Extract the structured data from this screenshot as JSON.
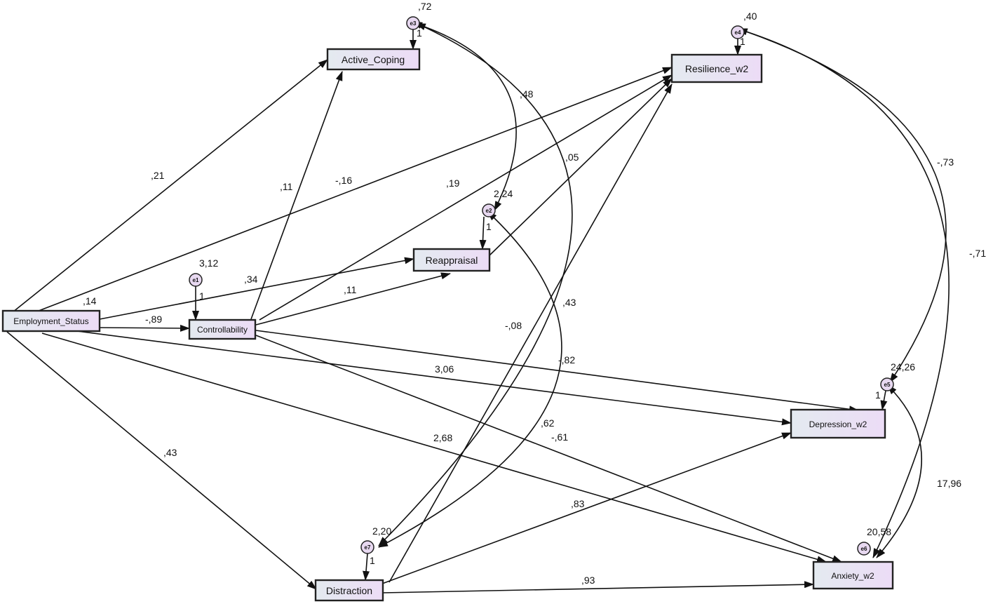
{
  "variables": {
    "active_coping": "Active_Coping",
    "resilience": "Resilience_w2",
    "reappraisal": "Reappraisal",
    "employment": "Employment_Status",
    "controllability": "Controllability",
    "depression": "Depression_w2",
    "distraction": "Distraction",
    "anxiety": "Anxiety_w2"
  },
  "errors": {
    "e1": "e1",
    "e2": "e2",
    "e3": "e3",
    "e4": "e4",
    "e5": "e5",
    "e6": "e6",
    "e7": "e7"
  },
  "variances": {
    "employment": ",14",
    "e1": "3,12",
    "e2": "2,24",
    "e3": ",72",
    "e4": ",40",
    "e5": "24,26",
    "e6": "20,58",
    "e7": "2,20"
  },
  "fixed_loadings": {
    "e1": "1",
    "e2": "1",
    "e3": "1",
    "e4": "1",
    "e5": "1",
    "e7": "1"
  },
  "paths": {
    "emp_active": ",21",
    "emp_resil": "-,16",
    "ctrl_resil": ",19",
    "reapp_resil": ",05",
    "ctrl_active": ",11",
    "emp_reapp": ",34",
    "ctrl_reapp": ",11",
    "emp_ctrl": "-,89",
    "distr_resil": "-,08",
    "ctrl_dep": "-,82",
    "emp_dep": "3,06",
    "emp_anx": "2,68",
    "ctrl_anx": "-,61",
    "emp_distr": ",43",
    "distr_dep": ",83",
    "distr_anx": ",93"
  },
  "covariances": {
    "e3_e2": ",48",
    "e3_e7": ",43",
    "e2_e7": ",62",
    "e4_e5": "-,73",
    "e4_e6": "-,71",
    "e5_e6": "17,96"
  },
  "colors": {
    "box_fill_left": "#e4eaf0",
    "box_fill_right": "#ecdcf6",
    "error_fill": "#e7d8f0"
  }
}
